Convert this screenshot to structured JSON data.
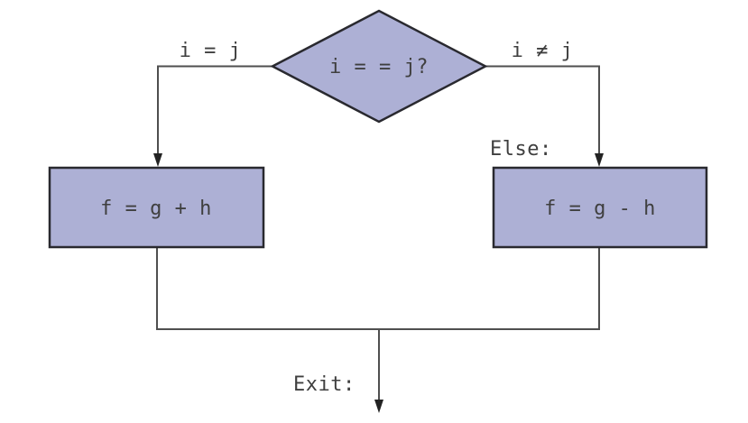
{
  "diagram": {
    "decision": {
      "label": "i = = j?"
    },
    "left_branch": {
      "condition": "i = j",
      "process": "f = g + h"
    },
    "right_branch": {
      "condition": "i ≠ j",
      "else_label": "Else:",
      "process": "f = g - h"
    },
    "exit": {
      "label": "Exit:"
    }
  },
  "colors": {
    "shape-fill": "#adb0d5",
    "shape-border": "#29292f",
    "line": "#4f4f4f",
    "arrow": "#232323",
    "text": "#3f3f3f",
    "background": "#ffffff"
  }
}
